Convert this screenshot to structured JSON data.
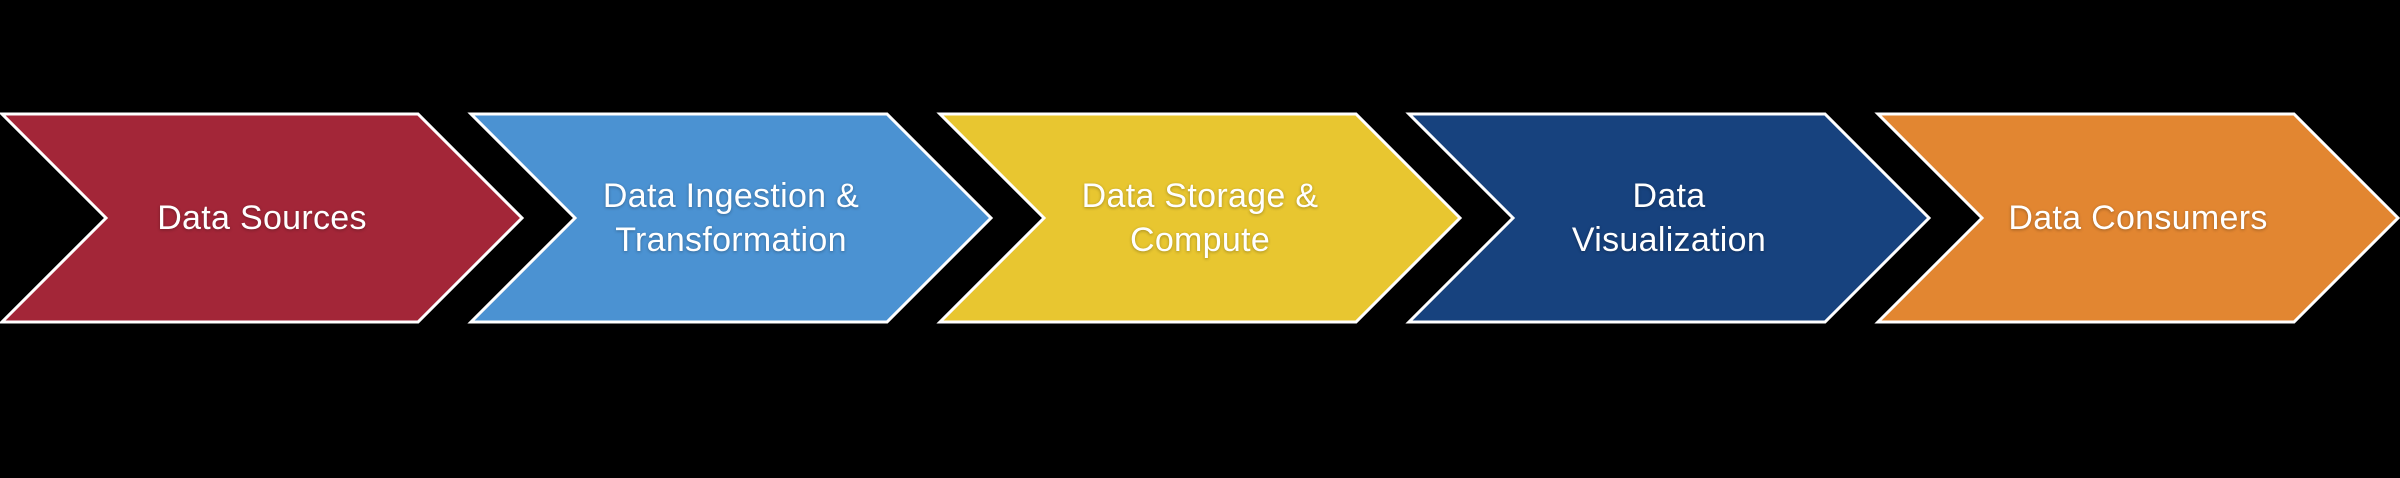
{
  "diagram": {
    "type": "process-flow-chevrons",
    "background_color": "#000000",
    "outline_color": "#ffffff",
    "text_color": "#ffffff",
    "stages": [
      {
        "label": "Data Sources",
        "lines": [
          "Data Sources"
        ],
        "color": "#A32638"
      },
      {
        "label": "Data Ingestion & Transformation",
        "lines": [
          "Data Ingestion &",
          "Transformation"
        ],
        "color": "#4B92D2"
      },
      {
        "label": "Data Storage & Compute",
        "lines": [
          "Data Storage &",
          "Compute"
        ],
        "color": "#E8C630"
      },
      {
        "label": "Data Visualization",
        "lines": [
          "Data",
          "Visualization"
        ],
        "color": "#17427E"
      },
      {
        "label": "Data Consumers",
        "lines": [
          "Data Consumers"
        ],
        "color": "#E28631"
      }
    ]
  }
}
